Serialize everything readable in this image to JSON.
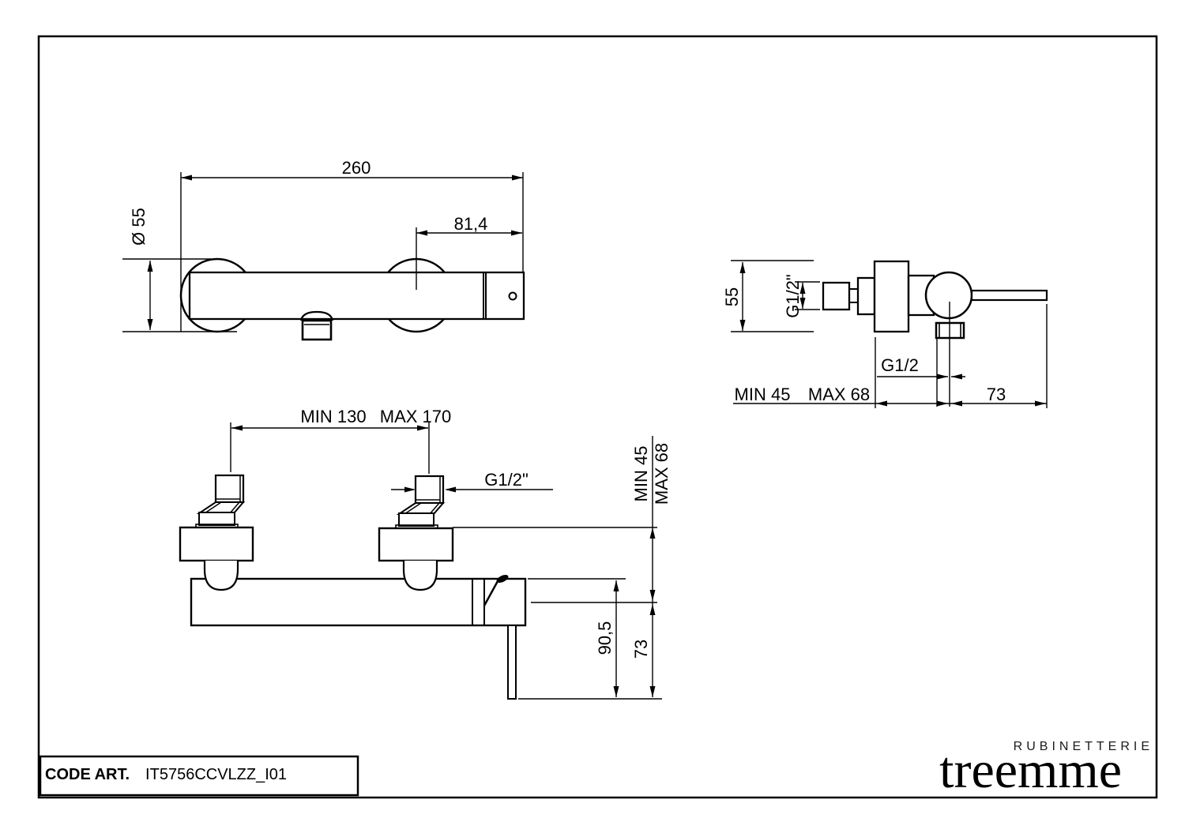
{
  "sheet": {
    "front_view": {
      "width": "260",
      "offset": "81,4",
      "diameter": "Ø 55"
    },
    "side_view": {
      "height": "55",
      "inlet_thread": "G1/2\"",
      "outlet_thread": "G1/2",
      "wall_min": "MIN 45",
      "wall_max": "MAX 68",
      "lever": "73"
    },
    "top_view": {
      "centers_min": "MIN 130",
      "centers_max": "MAX 170",
      "inlet_thread": "G1/2\"",
      "wall_min": "MIN 45",
      "wall_max": "MAX 68",
      "depth": "90,5",
      "lever": "73"
    },
    "title_block": {
      "code_label": "CODE ART.",
      "code_value": "IT5756CCVLZZ_I01"
    },
    "logo": {
      "tagline": "RUBINETTERIE",
      "brand": "treemme"
    }
  }
}
